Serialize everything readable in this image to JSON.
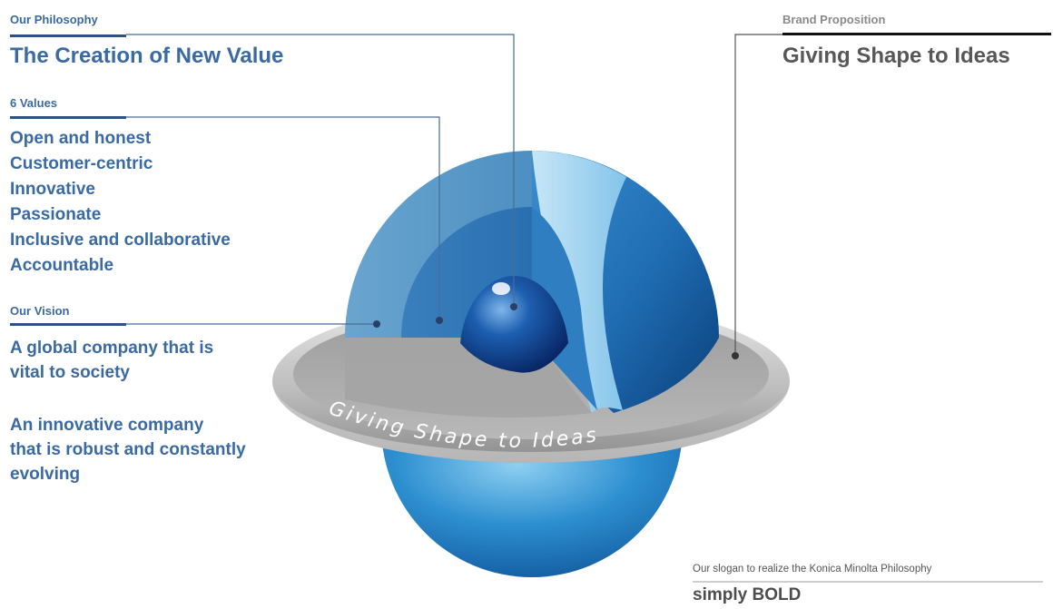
{
  "philosophy": {
    "label": "Our Philosophy",
    "heading": "The Creation of New Value"
  },
  "values": {
    "label": "6 Values",
    "items": [
      "Open and honest",
      "Customer-centric",
      "Innovative",
      "Passionate",
      "Inclusive and collaborative",
      "Accountable"
    ]
  },
  "vision": {
    "label": "Our Vision",
    "line1": "A global company that is",
    "line2": "vital to society",
    "line3": "An innovative company",
    "line4": "that is robust and constantly",
    "line5": "evolving"
  },
  "brand": {
    "label": "Brand Proposition",
    "heading": "Giving Shape to Ideas"
  },
  "ring_text": "Giving Shape to Ideas",
  "slogan": {
    "caption": "Our slogan to realize the Konica Minolta Philosophy",
    "text": "simply BOLD"
  },
  "colors": {
    "accent_blue": "#3a6aa1",
    "rule_blue": "#2c5286",
    "gray_heading": "#575757"
  }
}
